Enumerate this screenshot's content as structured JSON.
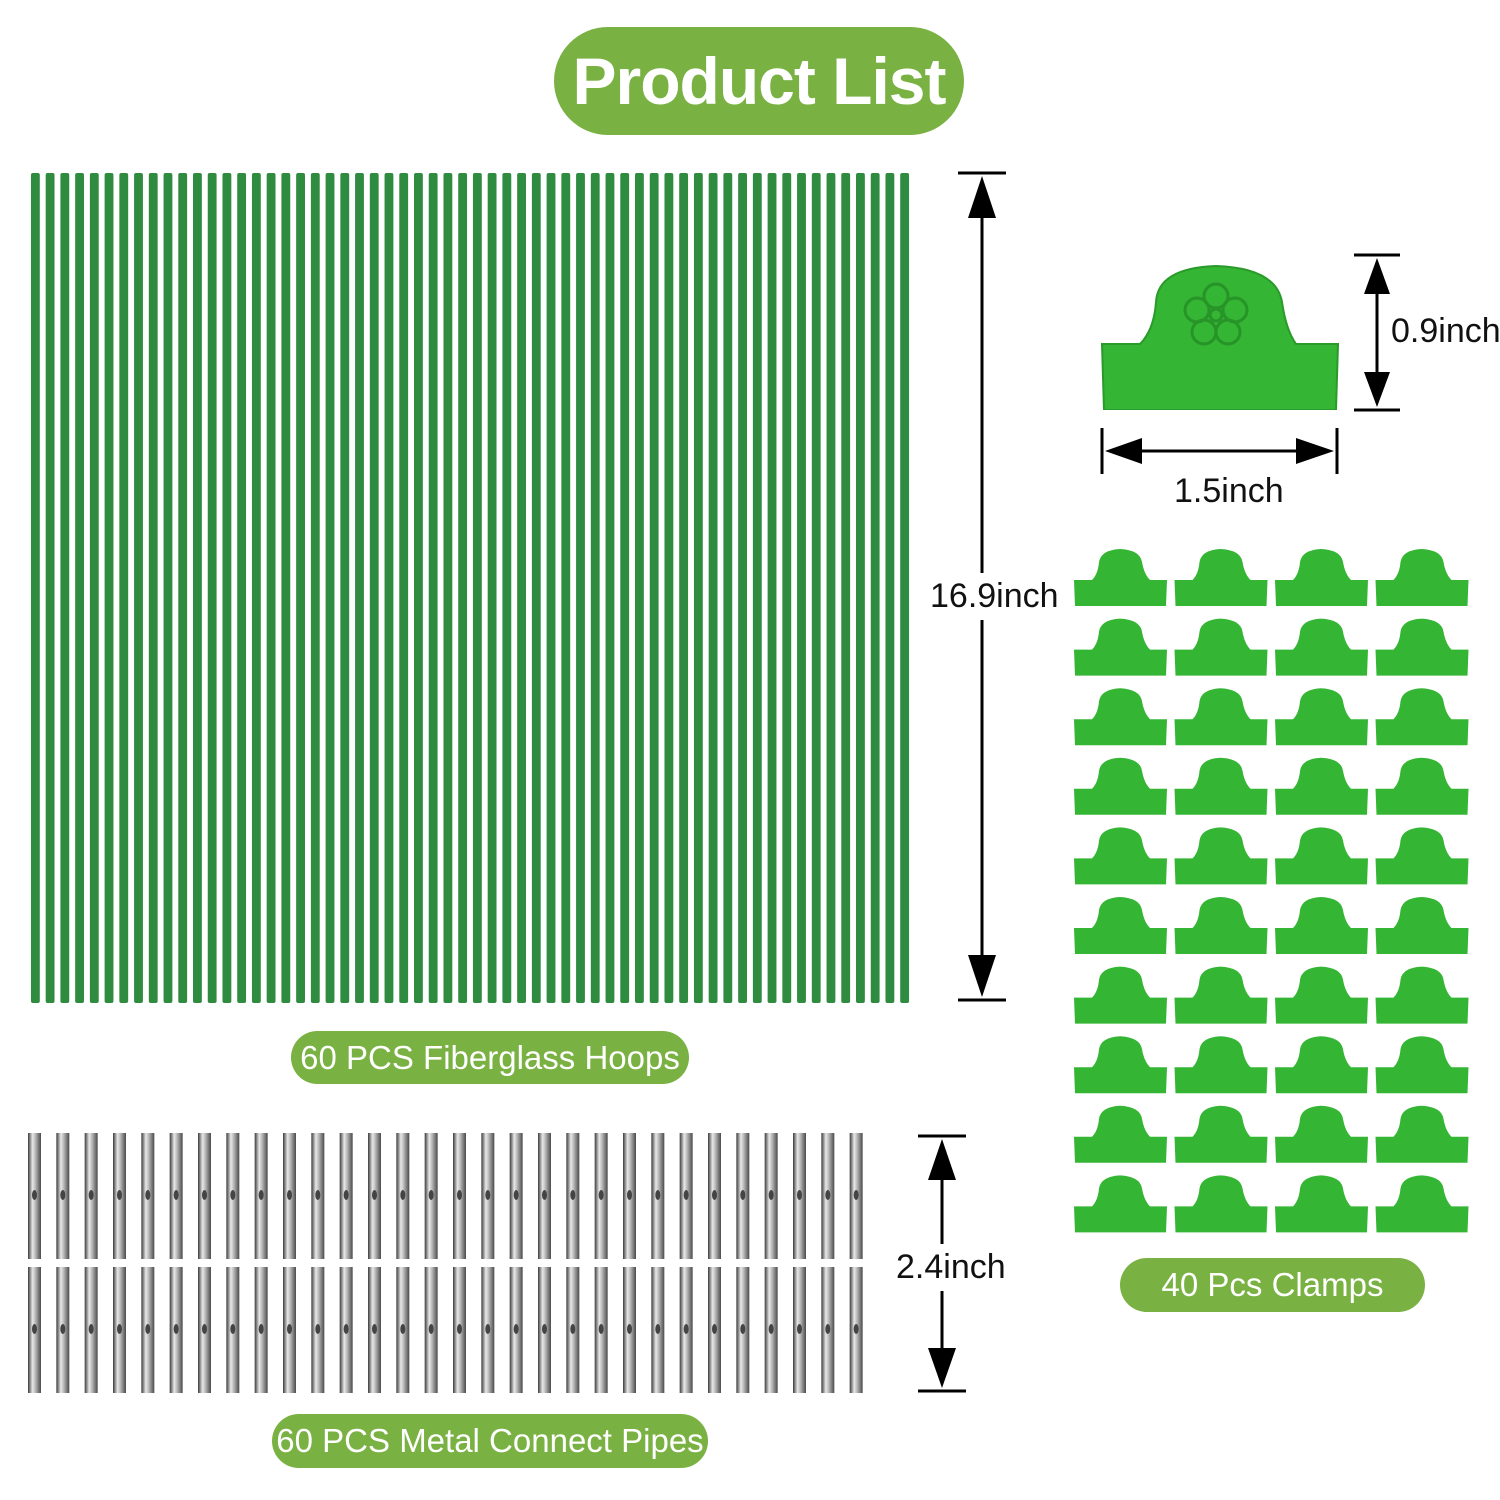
{
  "header": {
    "title": "Product List"
  },
  "hoops": {
    "caption": "60 PCS Fiberglass Hoops",
    "count": 60,
    "length_label": "16.9inch",
    "color": "#2e8b3f"
  },
  "pipes": {
    "caption": "60 PCS Metal Connect Pipes",
    "count": 60,
    "length_label": "2.4inch",
    "color": "#9a9a9a"
  },
  "clamps": {
    "caption": "40 Pcs Clamps",
    "count": 40,
    "width_label": "1.5inch",
    "height_label": "0.9inch",
    "color": "#34b534"
  },
  "accent_color": "#79b142",
  "icons": {
    "dimension": "double-arrow-icon",
    "clamp_emblem": "flower-icon"
  }
}
